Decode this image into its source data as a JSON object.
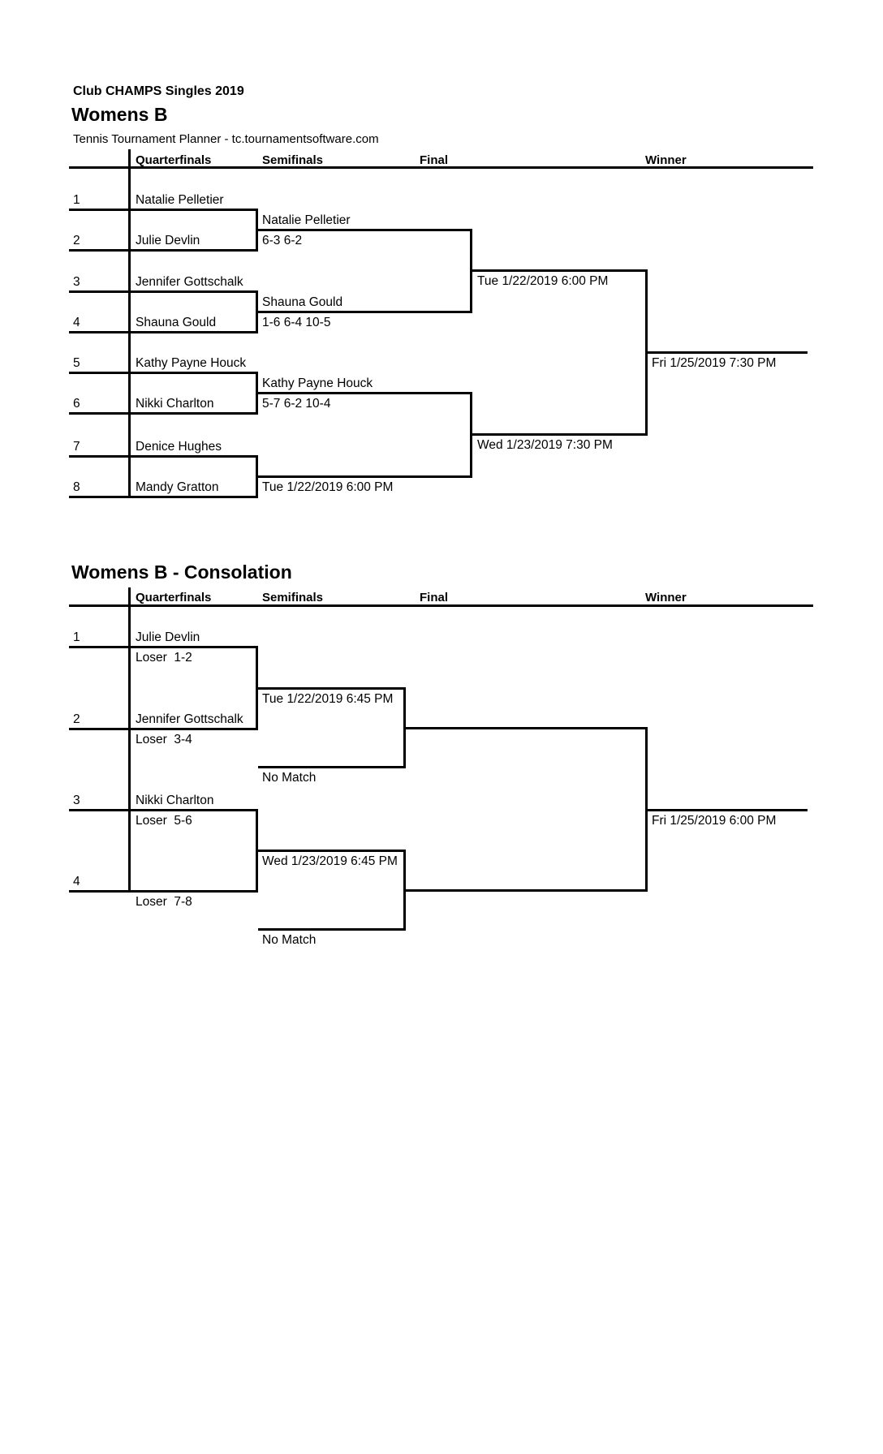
{
  "page": {
    "event_title": "Club CHAMPS Singles 2019",
    "generator": "Tennis Tournament Planner - tc.tournamentsoftware.com"
  },
  "columns": {
    "quarterfinals": "Quarterfinals",
    "semifinals": "Semifinals",
    "final": "Final",
    "winner": "Winner"
  },
  "main_draw": {
    "title": "Womens B",
    "entries": [
      {
        "seed": "1",
        "name": "Natalie Pelletier"
      },
      {
        "seed": "2",
        "name": "Julie Devlin"
      },
      {
        "seed": "3",
        "name": "Jennifer Gottschalk"
      },
      {
        "seed": "4",
        "name": "Shauna Gould"
      },
      {
        "seed": "5",
        "name": "Kathy Payne Houck"
      },
      {
        "seed": "6",
        "name": "Nikki Charlton"
      },
      {
        "seed": "7",
        "name": "Denice Hughes"
      },
      {
        "seed": "8",
        "name": "Mandy Gratton"
      }
    ],
    "quarterfinals": [
      {
        "winner": "Natalie Pelletier",
        "score": "6-3 6-2"
      },
      {
        "winner": "Shauna Gould",
        "score": "1-6 6-4 10-5"
      },
      {
        "winner": "Kathy Payne Houck",
        "score": "5-7 6-2 10-4"
      },
      {
        "schedule": "Tue 1/22/2019 6:00 PM"
      }
    ],
    "semifinals": [
      {
        "schedule": "Tue 1/22/2019 6:00 PM"
      },
      {
        "schedule": "Wed 1/23/2019 7:30 PM"
      }
    ],
    "final": {
      "schedule": "Fri 1/25/2019 7:30 PM"
    }
  },
  "consolation_draw": {
    "title": "Womens B - Consolation",
    "entries": [
      {
        "seed": "1",
        "name": "Julie Devlin",
        "source": "Loser  1-2"
      },
      {
        "seed": "2",
        "name": "Jennifer Gottschalk",
        "source": "Loser  3-4"
      },
      {
        "seed": "3",
        "name": "Nikki Charlton",
        "source": "Loser  5-6"
      },
      {
        "seed": "4",
        "name": "",
        "source": "Loser  7-8"
      }
    ],
    "semifinals": [
      {
        "schedule": "Tue 1/22/2019 6:45 PM",
        "placeholder": "No Match"
      },
      {
        "schedule": "Wed 1/23/2019 6:45 PM",
        "placeholder": "No Match"
      }
    ],
    "final": {
      "schedule": "Fri 1/25/2019 6:00 PM"
    }
  }
}
